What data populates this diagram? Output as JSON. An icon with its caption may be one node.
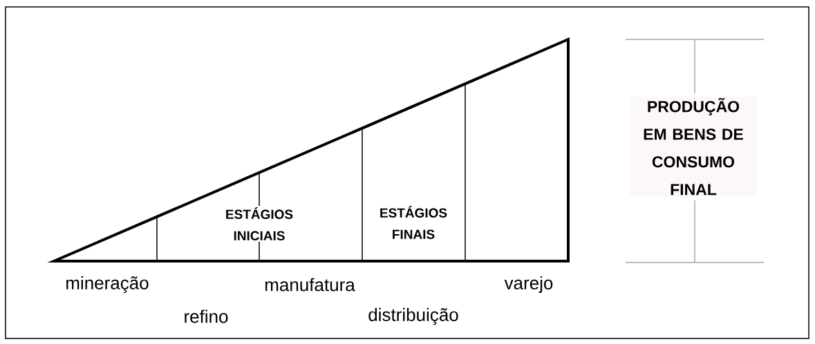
{
  "diagram": {
    "labels": [
      "PRODUÇÃO EM BENS DE CONSUMO FINAL",
      "ESTÁGIOS INICIAIS",
      "ESTÁGIOS FINAIS",
      "mineração",
      "manufatura",
      "varejo",
      "refino",
      "distribuição"
    ]
  }
}
